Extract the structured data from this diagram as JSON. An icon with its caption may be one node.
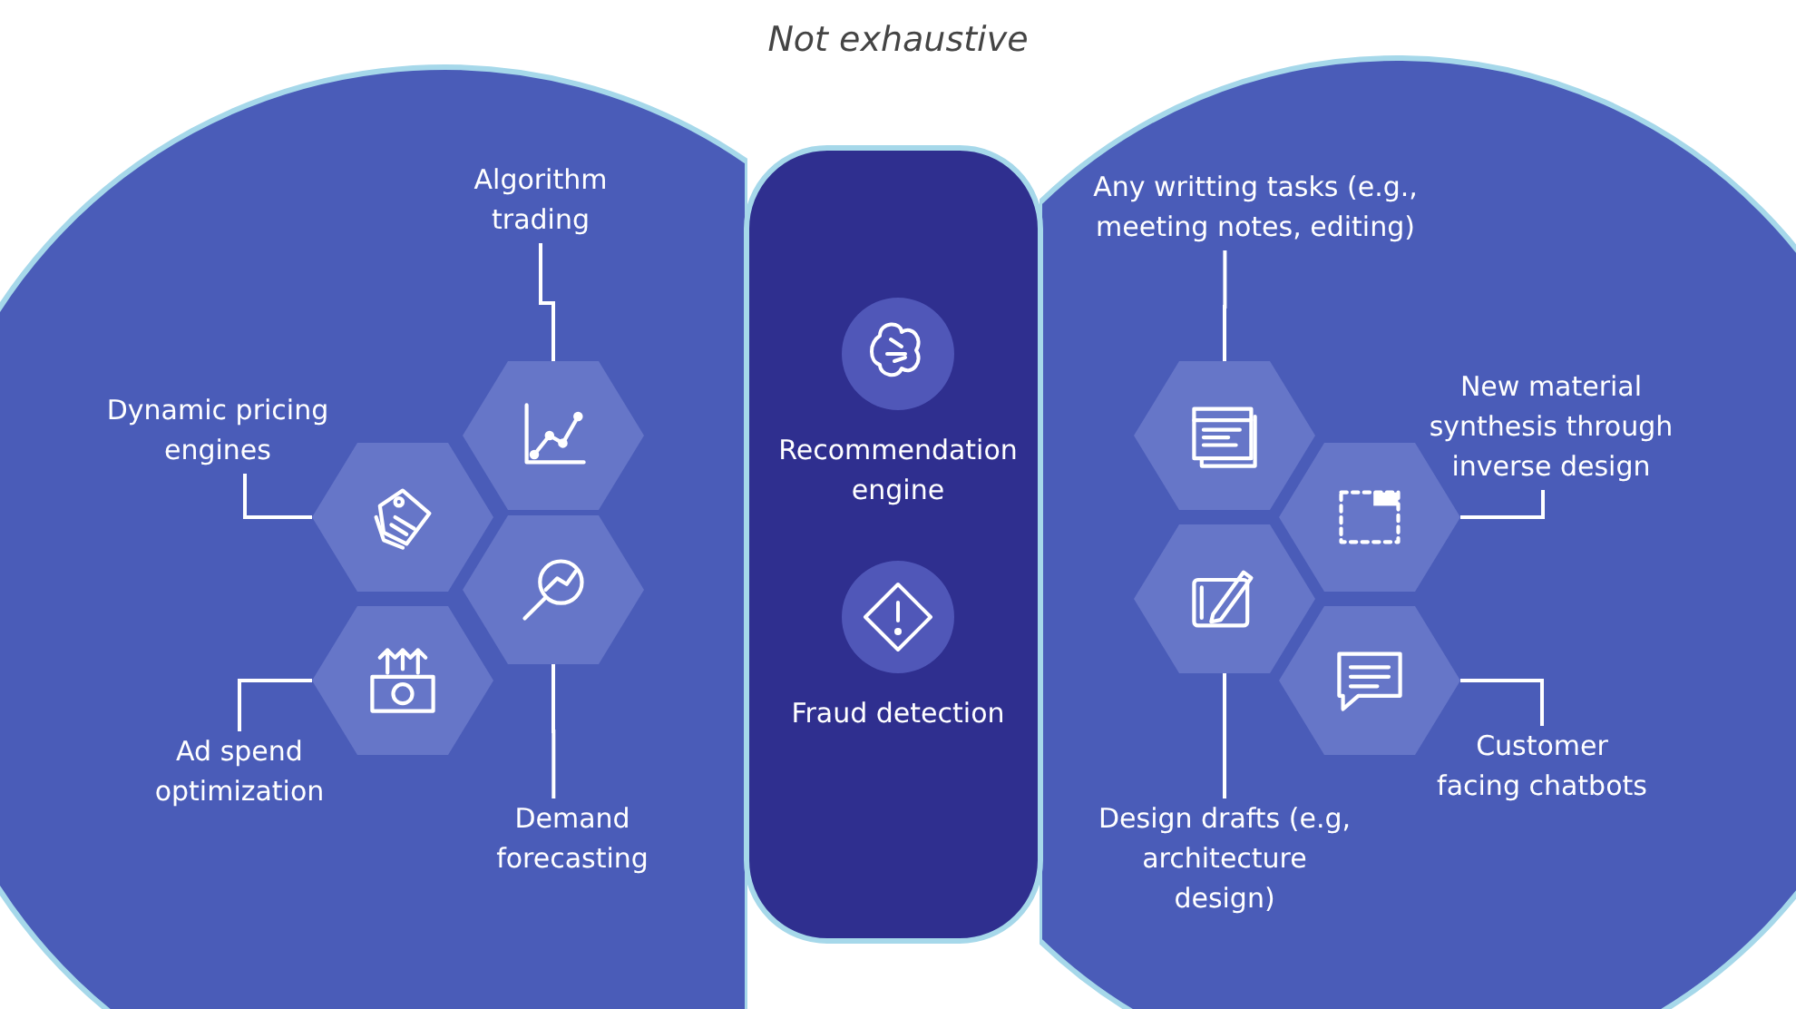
{
  "diagram": {
    "nodes": [
      {
        "text": [],
        "shape": "circle"
      },
      {
        "text": [
          "Algorithm trading"
        ],
        "in": 0
      },
      {
        "text": [
          "Dynamic pricing engines"
        ],
        "in": 0
      },
      {
        "text": [],
        "shape": "hexagon",
        "in": 0
      },
      {
        "text": [],
        "shape": "hexagon",
        "in": 0
      },
      {
        "text": [],
        "shape": "hexagon",
        "in": 0
      },
      {
        "text": [],
        "shape": "hexagon",
        "in": 0
      },
      {
        "text": [
          "Ad spend optimization"
        ],
        "in": 0
      },
      {
        "text": [
          "Demand forecasting"
        ],
        "in": 0
      },
      {
        "text": [],
        "shape": "box"
      },
      {
        "text": [
          "Recommendation engine"
        ],
        "in": 9
      },
      {
        "text": [
          "Fraud detection"
        ],
        "in": 9
      },
      {
        "text": [],
        "shape": "circle"
      },
      {
        "text": [
          "Any writting tasks (e.g., meeting notes, editing)"
        ],
        "in": 12
      },
      {
        "text": [
          "New material synthesis through inverse design"
        ],
        "in": 12
      },
      {
        "text": [],
        "shape": "hexagon",
        "in": 12
      },
      {
        "text": [],
        "shape": "hexagon",
        "in": 12
      },
      {
        "text": [],
        "shape": "hexagon",
        "in": 12
      },
      {
        "text": [],
        "shape": "hexagon",
        "in": 12
      },
      {
        "text": [
          "Design drafts (e.g, architecture design)"
        ],
        "in": 12
      },
      {
        "text": [
          "Customer facing chatbots"
        ],
        "in": 12
      }
    ],
    "edges": [
      {
        "from": 1,
        "to": 3,
        "arrow": "none"
      },
      {
        "from": 2,
        "to": 4,
        "arrow": "none"
      },
      {
        "from": 7,
        "to": 6,
        "arrow": "none"
      },
      {
        "from": 8,
        "to": 5,
        "arrow": "none"
      },
      {
        "from": 13,
        "to": 15,
        "arrow": "none"
      },
      {
        "from": 14,
        "to": 16,
        "arrow": "none"
      },
      {
        "from": 19,
        "to": 17,
        "arrow": "none"
      },
      {
        "from": 20,
        "to": 18,
        "arrow": "none"
      }
    ],
    "labels": [
      "Not exhaustive"
    ]
  }
}
